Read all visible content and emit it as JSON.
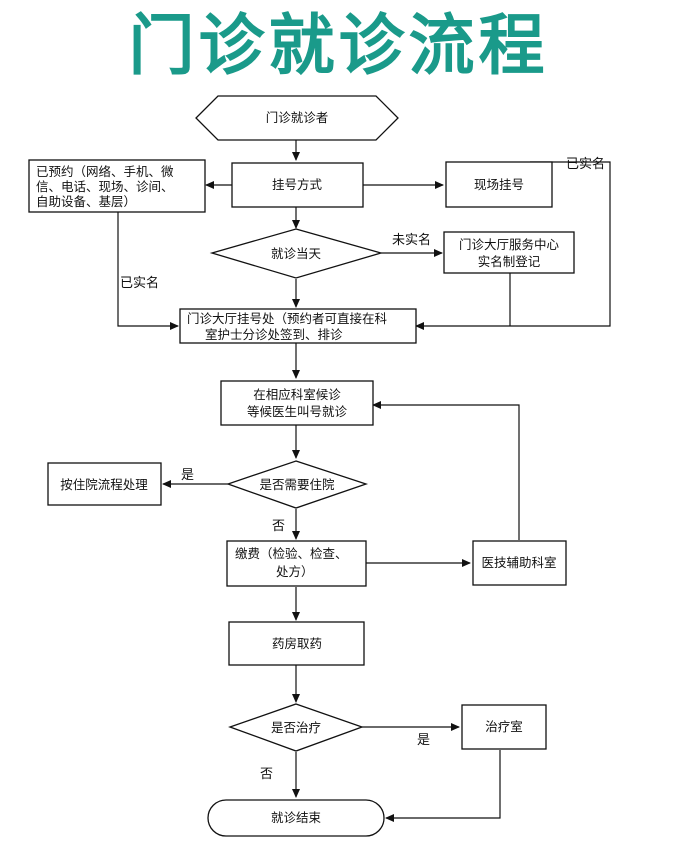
{
  "title": "门诊就诊流程",
  "colors": {
    "title": "#1a9a8a",
    "stroke": "#111111"
  },
  "nodes": {
    "start": "门诊就诊者",
    "register_method": "挂号方式",
    "preregistered": [
      "已预约（网络、手机、微",
      "信、电话、现场、诊间、",
      "自助设备、基层）"
    ],
    "onsite_register": "现场挂号",
    "visit_day": "就诊当天",
    "service_center": [
      "门诊大厅服务中心",
      "实名制登记"
    ],
    "hall_register": [
      "门诊大厅挂号处（预约者可直接在科",
      "室护士分诊处签到、排诊"
    ],
    "wait_dept": [
      "在相应科室候诊",
      "等候医生叫号就诊"
    ],
    "need_hospital": "是否需要住院",
    "inpatient_process": "按住院流程处理",
    "payment": [
      "缴费（检验、检查、",
      "处方）"
    ],
    "aux_dept": "医技辅助科室",
    "pharmacy": "药房取药",
    "need_treatment": "是否治疗",
    "treatment_room": "治疗室",
    "end": "就诊结束"
  },
  "edge_labels": {
    "realname_top": "已实名",
    "realname_left": "已实名",
    "not_realname": "未实名",
    "yes_hospital": "是",
    "no_hospital": "否",
    "yes_treatment": "是",
    "no_treatment": "否"
  }
}
